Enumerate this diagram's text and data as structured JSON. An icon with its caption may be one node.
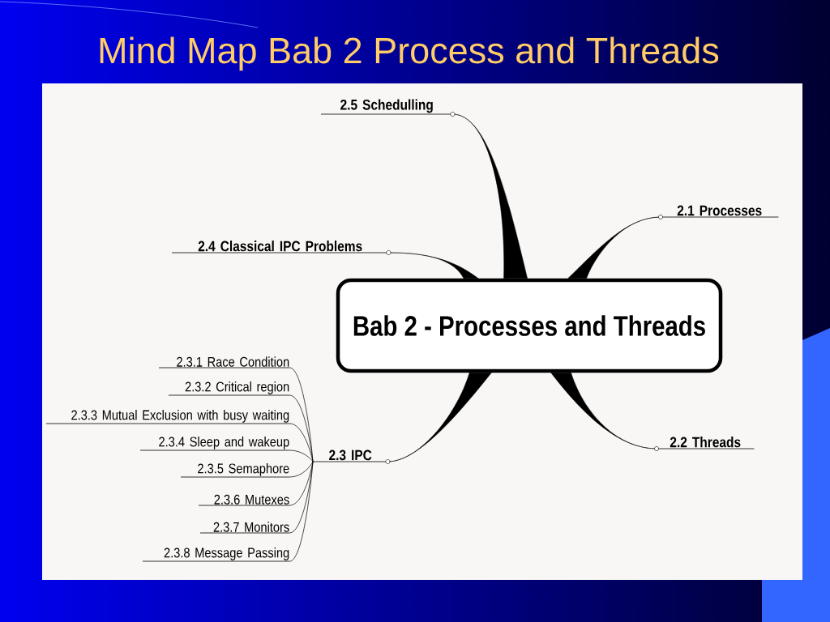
{
  "diagram": {
    "title": "Mind Map Bab 2 Process and Threads",
    "nodes": [
      {
        "text": [
          "Bab 2 - Processes and Threads"
        ]
      },
      {
        "text": [
          "2.1 Processes"
        ]
      },
      {
        "text": [
          "2.2 Threads"
        ]
      },
      {
        "text": [
          "2.3  IPC"
        ]
      },
      {
        "text": [
          "2.4  Classical IPC Problems"
        ]
      },
      {
        "text": [
          "2.5  Schedulling"
        ]
      },
      {
        "text": [
          "2.3.1 Race Condition"
        ]
      },
      {
        "text": [
          "2.3.2 Critical region"
        ]
      },
      {
        "text": [
          "2.3.3 Mutual Exclusion with busy waiting"
        ]
      },
      {
        "text": [
          "2.3.4 Sleep and wakeup"
        ]
      },
      {
        "text": [
          "2.3.5 Semaphore"
        ]
      },
      {
        "text": [
          "2.3.6  Mutexes"
        ]
      },
      {
        "text": [
          "2.3.7 Monitors"
        ]
      },
      {
        "text": [
          "2.3.8 Message Passing"
        ]
      }
    ],
    "edges": [
      {
        "from": 0,
        "to": 1,
        "arrow": "none",
        "style": "thick"
      },
      {
        "from": 0,
        "to": 2,
        "arrow": "none",
        "style": "thick"
      },
      {
        "from": 0,
        "to": 3,
        "arrow": "none",
        "style": "thick"
      },
      {
        "from": 0,
        "to": 4,
        "arrow": "none",
        "style": "thick"
      },
      {
        "from": 0,
        "to": 5,
        "arrow": "none",
        "style": "thick"
      },
      {
        "from": 3,
        "to": 6,
        "arrow": "none"
      },
      {
        "from": 3,
        "to": 7,
        "arrow": "none"
      },
      {
        "from": 3,
        "to": 8,
        "arrow": "none"
      },
      {
        "from": 3,
        "to": 9,
        "arrow": "none"
      },
      {
        "from": 3,
        "to": 10,
        "arrow": "none"
      },
      {
        "from": 3,
        "to": 11,
        "arrow": "none"
      },
      {
        "from": 3,
        "to": 12,
        "arrow": "none"
      },
      {
        "from": 3,
        "to": 13,
        "arrow": "none"
      }
    ]
  }
}
